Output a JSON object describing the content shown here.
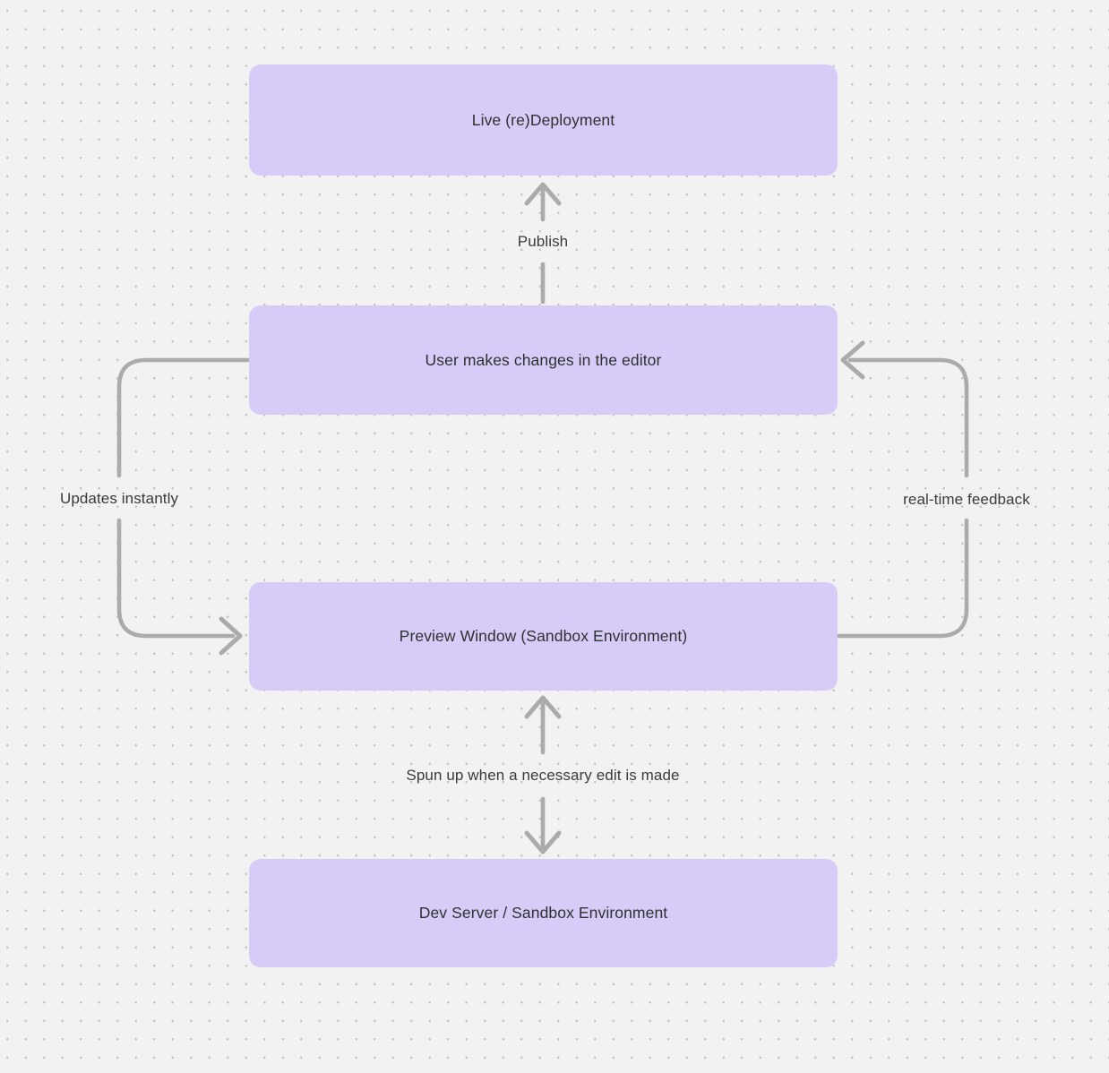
{
  "colors": {
    "background": "#f2f2f2",
    "dot": "#c4c4c4",
    "node_fill": "#d7ccf7",
    "arrow": "#ababab",
    "text": "#303030",
    "label_text": "#3a3a3a"
  },
  "nodes": [
    {
      "id": "live-deployment",
      "label": "Live (re)Deployment"
    },
    {
      "id": "editor-changes",
      "label": "User makes changes in the editor"
    },
    {
      "id": "preview-window",
      "label": "Preview Window (Sandbox Environment)"
    },
    {
      "id": "dev-server",
      "label": "Dev Server / Sandbox Environment"
    }
  ],
  "edges": [
    {
      "id": "publish",
      "label": "Publish",
      "from": "editor-changes",
      "to": "live-deployment",
      "arrow": "up"
    },
    {
      "id": "updates-instantly",
      "label": "Updates instantly",
      "from": "editor-changes",
      "to": "preview-window",
      "arrow": "down-left-loop"
    },
    {
      "id": "real-time-feedback",
      "label": "real-time feedback",
      "from": "preview-window",
      "to": "editor-changes",
      "arrow": "up-right-loop"
    },
    {
      "id": "spun-up",
      "label": "Spun up when a necessary edit is made",
      "from": "preview-window",
      "to": "dev-server",
      "arrow": "both"
    }
  ]
}
